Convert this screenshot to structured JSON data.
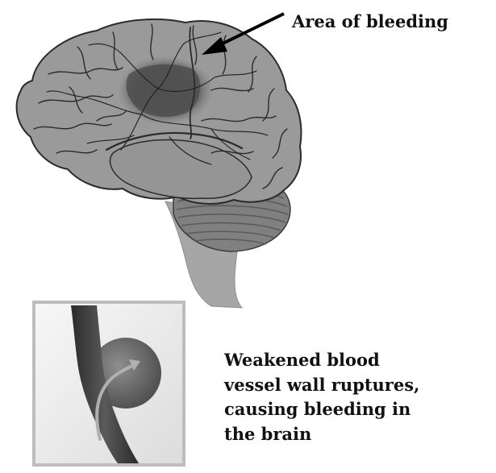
{
  "labels": {
    "area_of_bleeding": "Area of bleeding",
    "rupture_caption": [
      "Weakened blood",
      "vessel wall ruptures,",
      "causing bleeding in",
      "the brain"
    ]
  },
  "colors": {
    "brain": "#9a9a9a",
    "brain_outline": "#2b2b2b",
    "bleeding": "#505050",
    "cerebellum": "#808080",
    "brainstem": "#a6a6a6",
    "vessel": "#3a3a3a",
    "aneurysm": "#6a6a6a",
    "inset_frame": "#bdbdbd",
    "text": "#111111"
  },
  "icons": [
    "brain-illustration",
    "arrow-icon",
    "aneurysm-inset"
  ]
}
